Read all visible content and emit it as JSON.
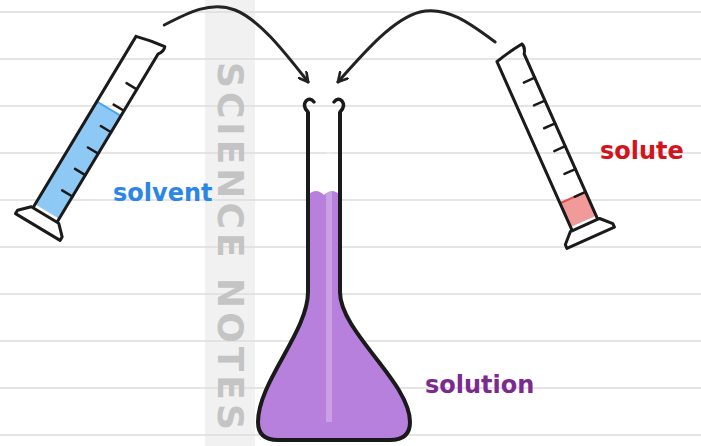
{
  "diagram": {
    "nodes": [
      {
        "text": [
          "solvent"
        ]
      },
      {
        "text": [
          "solute"
        ]
      },
      {
        "text": [
          "solution"
        ]
      }
    ],
    "edges": [
      {
        "from": 0,
        "to": 2,
        "arrow": "to"
      },
      {
        "from": 1,
        "to": 2,
        "arrow": "to"
      }
    ],
    "labels": [
      "SCIENCE NOTES"
    ]
  }
}
